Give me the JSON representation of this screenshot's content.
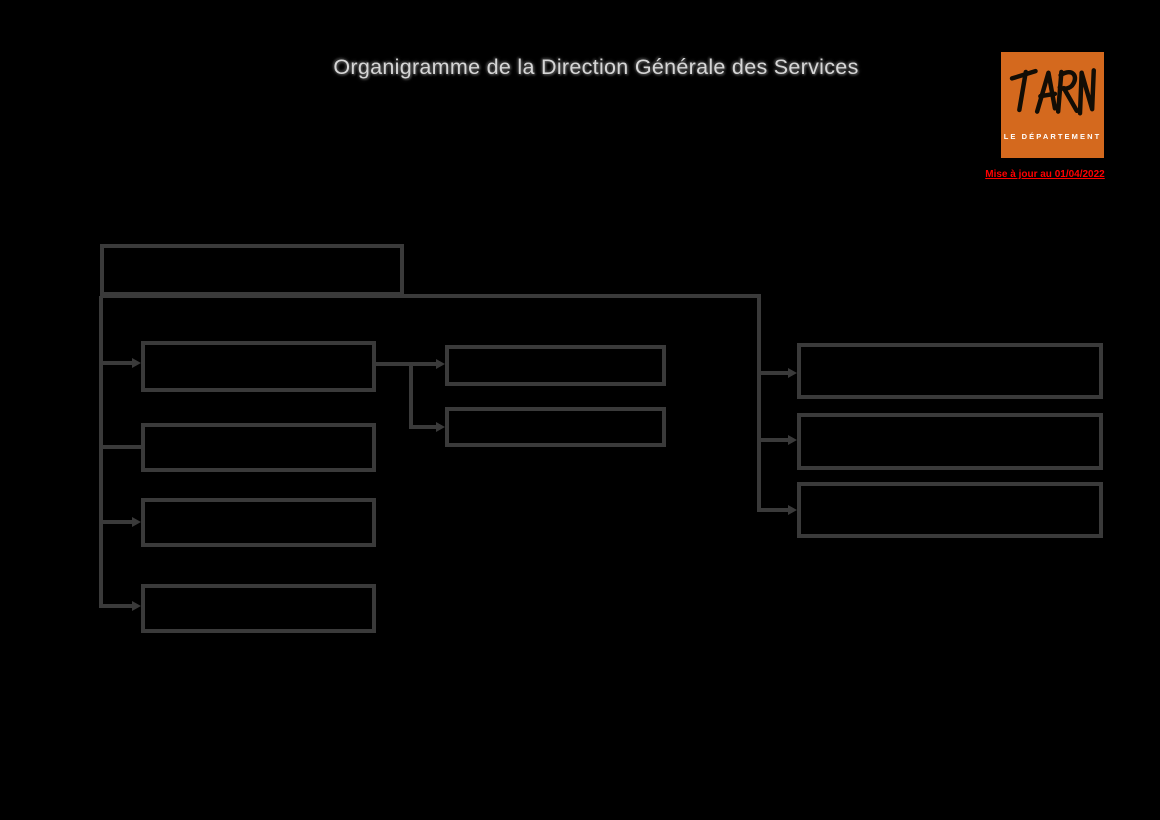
{
  "title": "Organigramme de la Direction Générale des Services",
  "logo": {
    "brand": "TARN",
    "subtitle": "LE DÉPARTEMENT",
    "update_note": "Mise à jour au 01/04/2022"
  },
  "colors": {
    "background": "#000000",
    "box_border": "#3a3a3a",
    "connector": "#3a3a3a",
    "logo_background": "#d4691e",
    "logo_lettering": "#120d05",
    "logo_subtitle": "#ffffff",
    "note_red": "#ff0000",
    "title_text": "#d6d6d6"
  },
  "org_chart": {
    "type": "org-chart",
    "note": "node labels are not legible in the rendering (text invisible on black background)",
    "root": {
      "id": "root",
      "label": ""
    },
    "left_branch": [
      {
        "id": "left-1",
        "label": ""
      },
      {
        "id": "left-2",
        "label": ""
      },
      {
        "id": "left-3",
        "label": ""
      },
      {
        "id": "left-4",
        "label": ""
      }
    ],
    "middle_branch": [
      {
        "id": "middle-1",
        "label": ""
      },
      {
        "id": "middle-2",
        "label": ""
      }
    ],
    "right_branch": [
      {
        "id": "right-1",
        "label": ""
      },
      {
        "id": "right-2",
        "label": ""
      },
      {
        "id": "right-3",
        "label": ""
      }
    ]
  }
}
